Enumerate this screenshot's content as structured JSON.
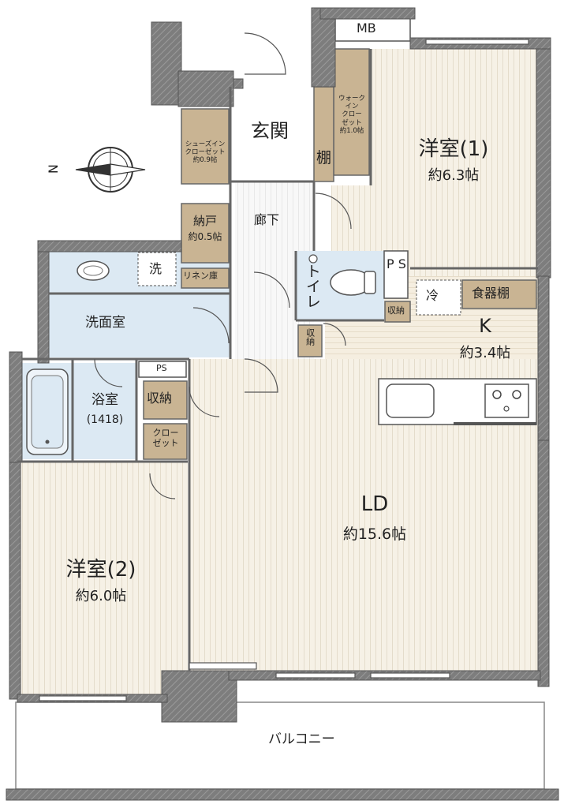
{
  "rooms": {
    "mb": "MB",
    "genkan": "玄関",
    "shoes_closet": {
      "line1": "シューズイン",
      "line2": "クローゼット",
      "line3": "約0.9帖"
    },
    "walkin_closet": {
      "line1": "ウォーク",
      "line2": "イン",
      "line3": "クロー",
      "line4": "ゼット",
      "line5": "約1.0帖"
    },
    "tana": "棚",
    "bedroom1": {
      "name": "洋室(1)",
      "area": "約6.3帖"
    },
    "nando": {
      "name": "納戸",
      "area": "約0.5帖"
    },
    "rouka": "廊下",
    "wash_mark": "洗",
    "linen": "リネン庫",
    "toilet": "トイレ",
    "ps_top": "P S",
    "fridge": "冷",
    "cupboard": "食器棚",
    "kitchen": {
      "name": "K",
      "area": "約3.4帖"
    },
    "storage_small_top": "収納",
    "storage_small_mid": "収納",
    "washroom": "洗面室",
    "ps_mid": "PS",
    "bath": {
      "name": "浴室",
      "size": "(1418)"
    },
    "storage_bath": "収納",
    "closet_bath": {
      "line1": "クロー",
      "line2": "ゼット"
    },
    "ld": {
      "name": "LD",
      "area": "約15.6帖"
    },
    "bedroom2": {
      "name": "洋室(2)",
      "area": "約6.0帖"
    },
    "balcony": "バルコニー",
    "compass": "N"
  },
  "colors": {
    "wall": "#7d7d7d",
    "closet": "#c9b493",
    "wet": "#dce9f3",
    "floor_light": "#f6f1e6",
    "kitchen_floor": "#f5eee0",
    "hall_floor": "#f8f8f8"
  }
}
